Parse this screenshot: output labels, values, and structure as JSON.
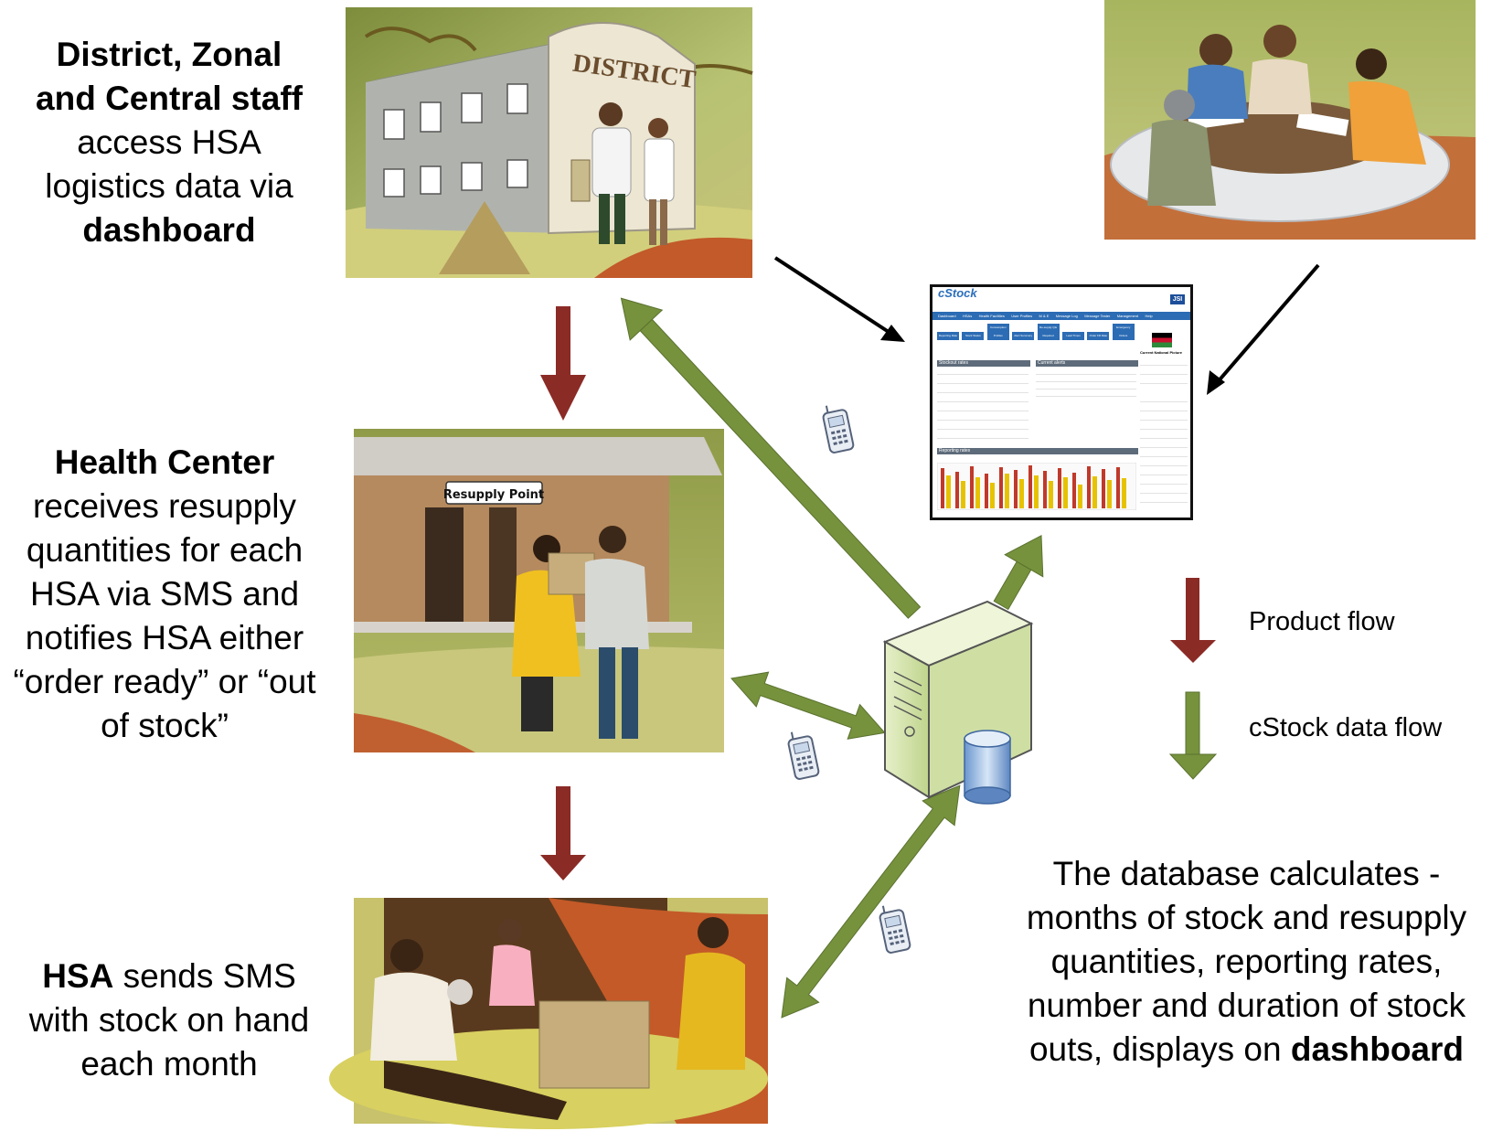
{
  "captions": {
    "district": {
      "line1": "District, Zonal",
      "line2": "and Central staff",
      "line3": "access HSA",
      "line4": "logistics data via",
      "line5": "dashboard"
    },
    "health_center": {
      "line1": "Health Center",
      "line2": "receives resupply",
      "line3": "quantities for each",
      "line4": "HSA via SMS and",
      "line5": "notifies HSA either",
      "line6": "“order ready” or “out",
      "line7": "of stock”"
    },
    "hsa": {
      "bold": "HSA",
      "line1_rest": " sends SMS",
      "line2": "with stock on hand",
      "line3": "each month"
    },
    "database": {
      "line1": "The database calculates -",
      "line2": "months of stock and resupply",
      "line3": "quantities, reporting rates,",
      "line4": "number and duration of stock",
      "line5_rest": "outs, displays on ",
      "line5_bold": "dashboard"
    }
  },
  "scene_labels": {
    "district_sign": "DISTRICT",
    "resupply_sign": "Resupply Point"
  },
  "legend": {
    "product_flow": "Product flow",
    "data_flow": "cStock data flow"
  },
  "dashboard": {
    "logo": "cStock",
    "badge": "JSI",
    "nav": [
      "Dashboard",
      "HSAs",
      "Health Facilities",
      "User Profiles",
      "M & E",
      "Message Log",
      "Message Tester",
      "Management",
      "Help"
    ],
    "subnav": [
      "Reporting Rate",
      "Stock Status",
      "Consumption Profiles",
      "Alert Summary",
      "Re-supply Qts Required",
      "Lead Times",
      "Order Fill Rate",
      "Emergency Orders"
    ],
    "panel_stockout": "Stockout rates",
    "panel_alerts": "Current alerts",
    "panel_reporting": "Reporting rates",
    "panel_national": "Current National Picture"
  },
  "colors": {
    "product_flow": "#8b2b26",
    "data_flow": "#76923c",
    "arrow_black": "#000000"
  },
  "icons": [
    "cell-phone-icon",
    "server-icon",
    "database-icon"
  ]
}
